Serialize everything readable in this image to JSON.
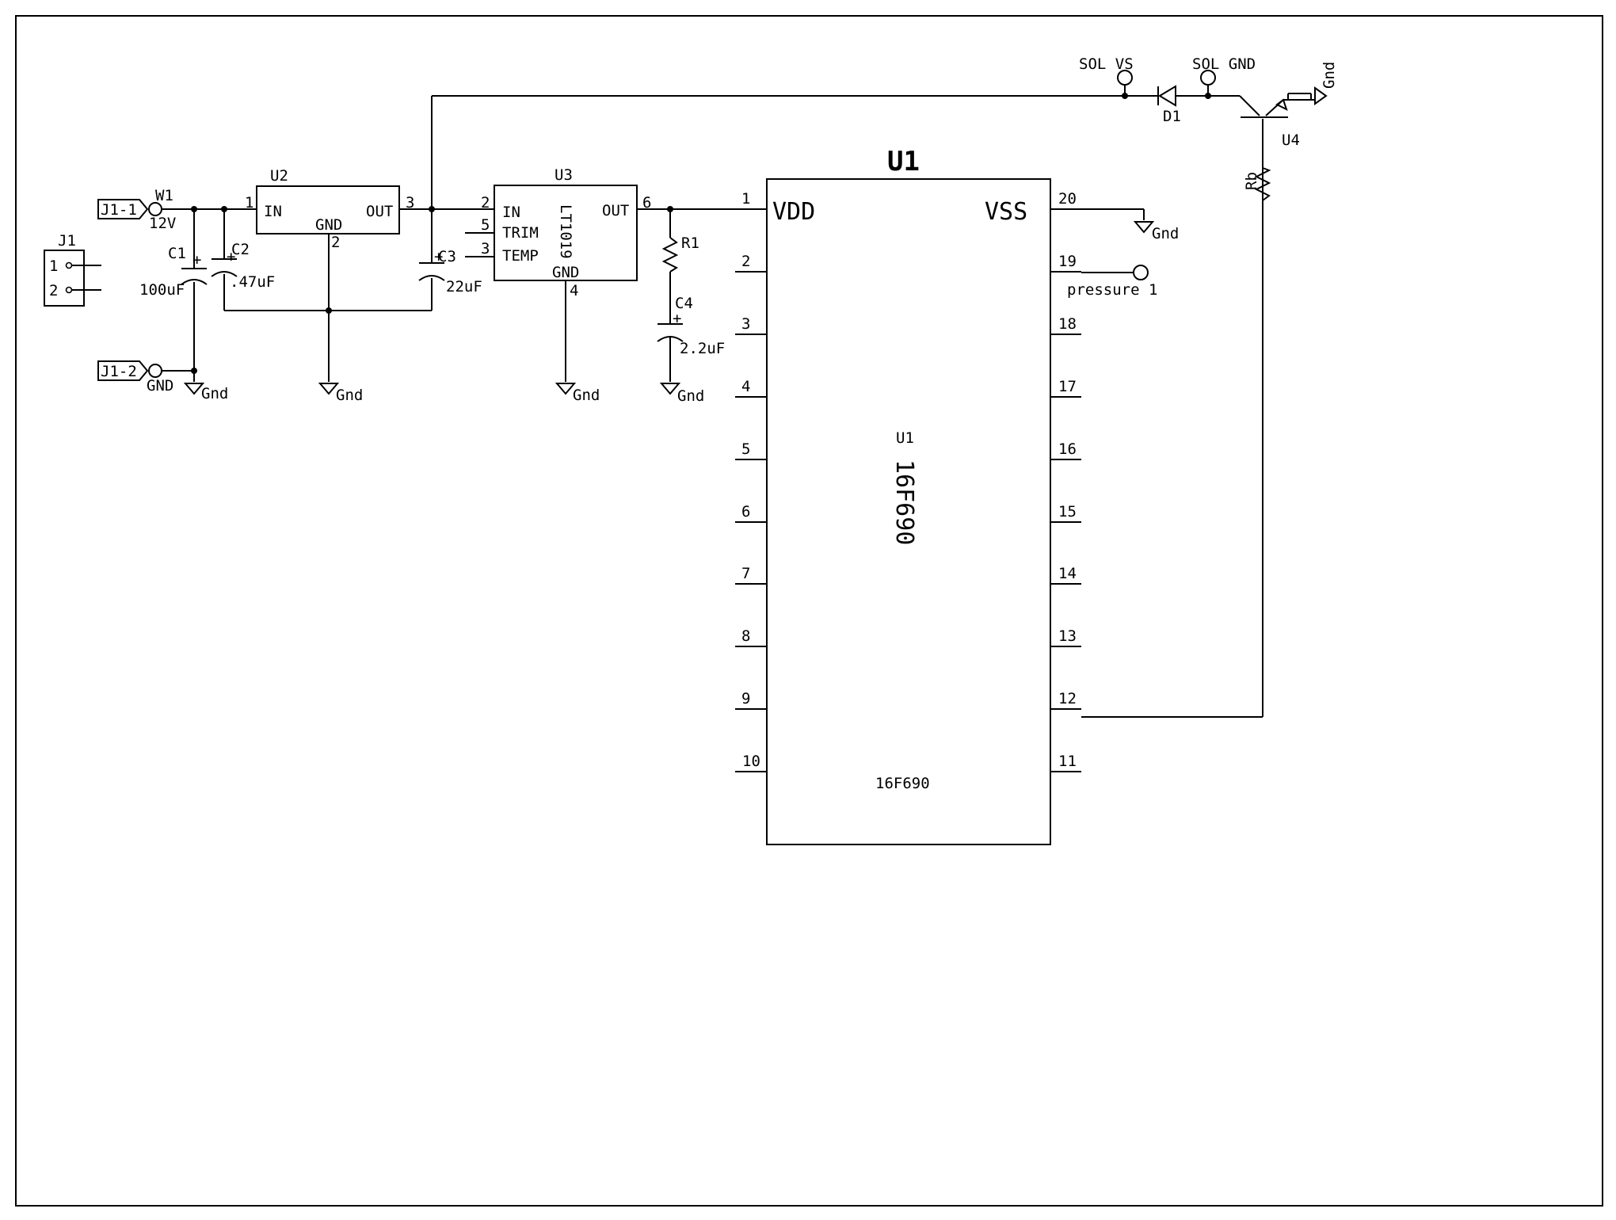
{
  "connector_j1": {
    "ref": "J1",
    "pins": [
      "1",
      "2"
    ],
    "nets": [
      "J1-1",
      "J1-2"
    ]
  },
  "net_labels": {
    "w1": "W1",
    "v12": "12V",
    "gnd": "GND",
    "sol_vs": "SOL VS",
    "sol_gnd": "SOL GND",
    "pressure": "pressure 1"
  },
  "ground_label": "Gnd",
  "capacitors": [
    {
      "ref": "C1",
      "value": "100uF"
    },
    {
      "ref": "C2",
      "value": ".47uF"
    },
    {
      "ref": "C3",
      "value": "22uF"
    },
    {
      "ref": "C4",
      "value": "2.2uF"
    }
  ],
  "resistors": [
    {
      "ref": "R1"
    },
    {
      "ref": "Rb"
    }
  ],
  "diode": {
    "ref": "D1"
  },
  "transistor": {
    "ref": "U4"
  },
  "u2": {
    "ref": "U2",
    "in": "IN",
    "out": "OUT",
    "gnd": "GND",
    "pin_in": "1",
    "pin_gnd": "2",
    "pin_out": "3"
  },
  "u3": {
    "ref": "U3",
    "part": "LT1019",
    "in": "IN",
    "trim": "TRIM",
    "temp": "TEMP",
    "out": "OUT",
    "gnd": "GND",
    "pin_in": "2",
    "pin_trim": "5",
    "pin_temp": "3",
    "pin_out": "6",
    "pin_gnd": "4"
  },
  "u1": {
    "title": "U1",
    "ref": "U1",
    "part": "16F690",
    "part_small": "16F690",
    "vdd": "VDD",
    "vss": "VSS",
    "left_pins": [
      "1",
      "2",
      "3",
      "4",
      "5",
      "6",
      "7",
      "8",
      "9",
      "10"
    ],
    "right_pins": [
      "20",
      "19",
      "18",
      "17",
      "16",
      "15",
      "14",
      "13",
      "12",
      "11"
    ]
  }
}
